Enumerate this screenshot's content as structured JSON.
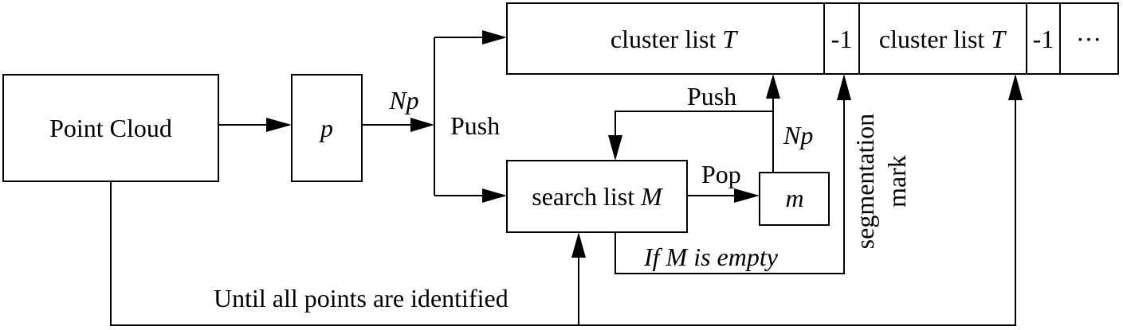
{
  "nodes": {
    "point_cloud": "Point Cloud",
    "p": "p",
    "cluster_list_1_label": "cluster list",
    "cluster_list_1_var": "T",
    "sep_1": "-1",
    "cluster_list_2_label": "cluster list",
    "cluster_list_2_var": "T",
    "sep_2": "-1",
    "ellipsis": "···",
    "search_list_label": "search list",
    "search_list_var": "M",
    "m": "m"
  },
  "edges": {
    "np_top": "Np",
    "push_left": "Push",
    "push_top": "Push",
    "np_right": "Np",
    "pop": "Pop",
    "if_empty": "If M is empty",
    "segmentation": "segmentation",
    "mark": "mark",
    "until_all": "Until all points are identified"
  }
}
